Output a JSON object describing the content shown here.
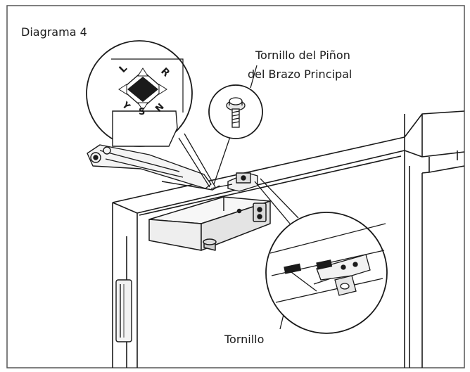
{
  "figure": {
    "title": "Diagrama 4",
    "callout_pinion_screw_line1": "Tornillo del Piñon",
    "callout_pinion_screw_line2": "del Brazo Principal",
    "callout_screw": "Tornillo"
  },
  "spindle_detail": {
    "letter_top_left": "L",
    "letter_top_right": "R",
    "letter_bottom_left": "Y",
    "letter_bottom_center": "S",
    "letter_bottom_right": "N"
  },
  "colors": {
    "line": "#1a1a1a",
    "frame": "#555555",
    "background": "#ffffff",
    "shade": "#e6e6e6"
  },
  "icons": [
    "pinion-screw-icon",
    "spindle-icon",
    "adjustment-screw-icon"
  ]
}
